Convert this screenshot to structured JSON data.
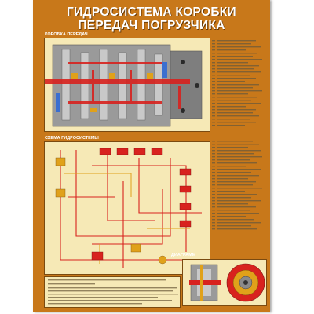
{
  "poster": {
    "title_line1": "ГИДРОСИСТЕМА КОРОБКИ",
    "title_line2": "ПЕРЕДАЧ ПОГРУЗЧИКА",
    "colors": {
      "background": "#c8781a",
      "panel": "#f6e9b6",
      "oil": "#d8221e",
      "steel": "#8a8a8a"
    }
  },
  "sections": {
    "gearbox": "КОРОБКА ПЕРЕДАЧ",
    "hydro": "СХЕМА ГИДРОСИСТЕМЫ",
    "clutch": "ДИАГРАММ"
  }
}
